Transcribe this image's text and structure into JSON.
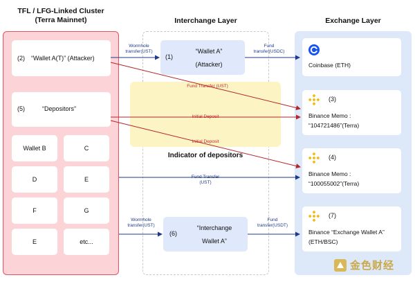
{
  "columns": {
    "left_title": "TFL / LFG-Linked Cluster\n(Terra Mainnet)",
    "middle_title": "Interchange Layer",
    "right_title": "Exchange Layer"
  },
  "left": {
    "attacker": {
      "number": "(2)",
      "label": "“Wallet A(T)” (Attacker)"
    },
    "depositors": {
      "number": "(5)",
      "label": "“Depositors”"
    },
    "wallets": [
      "Wallet B",
      "C",
      "D",
      "E",
      "F",
      "G",
      "E",
      "etc..."
    ]
  },
  "middle": {
    "wallet_a": {
      "number": "(1)",
      "line1": "“Wallet A”",
      "line2": "(Attacker)"
    },
    "interchange_wallet": {
      "number": "(6)",
      "line1": "“Interchange",
      "line2": "Wallet A”"
    },
    "indicator": "Indicator of depositors"
  },
  "right": {
    "coinbase": {
      "label": "Coinbase (ETH)"
    },
    "binance1": {
      "number": "(3)",
      "line1": "Binance Memo :",
      "line2": "“104721486”(Terra)"
    },
    "binance2": {
      "number": "(4)",
      "line1": "Binance Memo :",
      "line2": "“100055002”(Terra)"
    },
    "binance3": {
      "number": "(7)",
      "line1": "Binance “Exchange Wallet A”",
      "line2": "(ETH/BSC)"
    }
  },
  "line_labels": {
    "wormhole_1": "Wormhole\ntransfer(UST)",
    "fund_usdc": "Fund\ntransfer(USDC)",
    "fund_transfer_ust_red": "Fund Transfer (UST)",
    "initial_deposit_1": "Initial Deposit",
    "initial_deposit_2": "Initial Deposit",
    "fund_transfer_ust_blue": "Fund Transfer\n(UST)",
    "wormhole_2": "Wormhole\ntransfer(UST)",
    "fund_usdt": "Fund\ntransfer(USDT)"
  },
  "colors": {
    "left_panel": "#fcd3d7",
    "left_border": "#e0535e",
    "right_panel": "#dde8f8",
    "middle_box": "#dfe9fb",
    "indicator_box": "#fdf4c4",
    "red_arrow": "#b3262b",
    "blue_arrow": "#1f3a8a",
    "coinbase": "#1652f0",
    "binance": "#f0b90b"
  },
  "icons": [
    "coinbase-logo-icon",
    "binance-logo-icon"
  ],
  "watermark": "金色财经"
}
